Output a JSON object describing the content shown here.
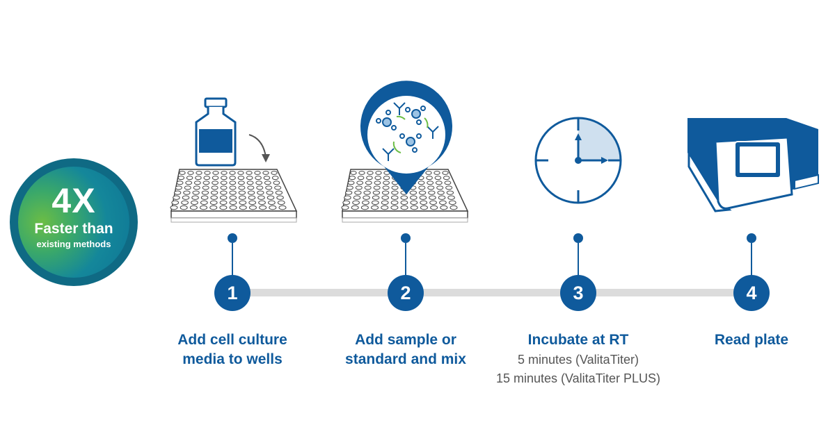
{
  "badge": {
    "headline": "4X",
    "line1": "Faster than",
    "line2": "existing methods"
  },
  "steps": [
    {
      "number": "1",
      "title_line1": "Add cell culture",
      "title_line2": "media to wells"
    },
    {
      "number": "2",
      "title_line1": "Add sample or",
      "title_line2": "standard and mix"
    },
    {
      "number": "3",
      "title_line1": "Incubate at RT",
      "note_line1": "5 minutes (ValitaTiter)",
      "note_line2": "15 minutes (ValitaTiter PLUS)"
    },
    {
      "number": "4",
      "title_line1": "Read plate"
    }
  ],
  "colors": {
    "primary_blue": "#0f5a9c",
    "badge_ring": "#0f6a84",
    "badge_green": "#6cbd45",
    "track_gray": "#dcdcdc",
    "light_blue_fill": "#cfe0ef"
  },
  "icons": [
    "media-bottle-icon",
    "arrow-icon",
    "well-plate-icon",
    "map-pin-icon",
    "molecules-icon",
    "clock-icon",
    "plate-reader-icon"
  ]
}
